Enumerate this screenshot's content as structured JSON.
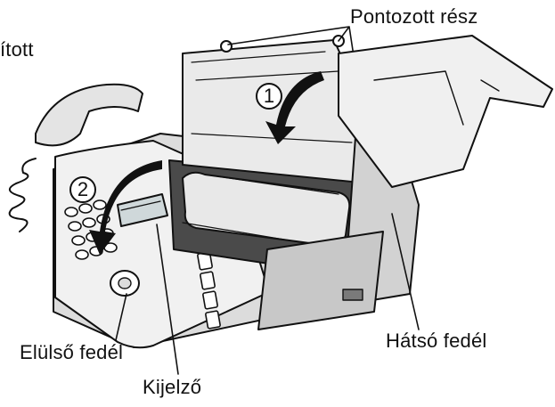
{
  "labels": {
    "dotted_part": "Pontozott rész",
    "rear_cover": "Hátsó fedél",
    "front_cover": "Elülső fedél",
    "display": "Kijelző",
    "cut_off_text": "ított"
  },
  "steps": [
    {
      "number": "1"
    },
    {
      "number": "2"
    }
  ],
  "colors": {
    "line": "#111111",
    "body_light": "#f1f1f1",
    "body_mid": "#d6d6d6",
    "body_dark": "#9a9a9a",
    "interior_dark": "#2a2a2a"
  }
}
